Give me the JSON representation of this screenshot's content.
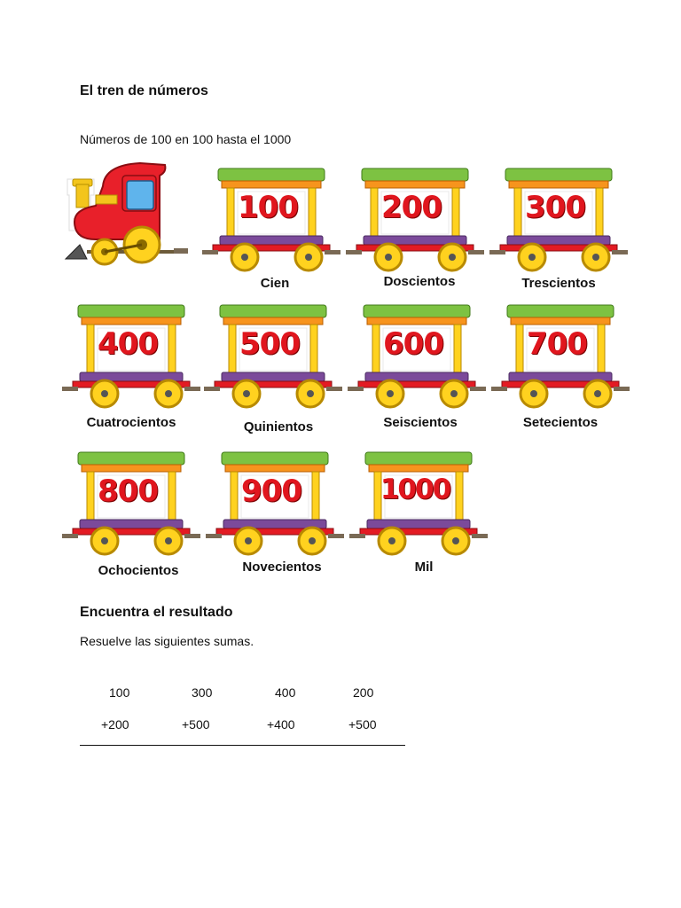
{
  "header": {
    "title": "El tren de números",
    "subtitle": "Números de 100 en 100 hasta el 1000"
  },
  "wagons": [
    {
      "number": "100",
      "word": "Cien"
    },
    {
      "number": "200",
      "word": "Doscientos"
    },
    {
      "number": "300",
      "word": "Trescientos"
    },
    {
      "number": "400",
      "word": "Cuatrocientos"
    },
    {
      "number": "500",
      "word": "Quinientos"
    },
    {
      "number": "600",
      "word": "Seiscientos"
    },
    {
      "number": "700",
      "word": "Setecientos"
    },
    {
      "number": "800",
      "word": "Ochocientos"
    },
    {
      "number": "900",
      "word": "Novecientos"
    },
    {
      "number": "1000",
      "word": "Mil"
    }
  ],
  "exercise": {
    "title": "Encuentra el resultado",
    "instructions": "Resuelve las siguientes sumas.",
    "sums": [
      {
        "top": "100",
        "bottom": "+200"
      },
      {
        "top": "300",
        "bottom": "+500"
      },
      {
        "top": "400",
        "bottom": "+400"
      },
      {
        "top": "200",
        "bottom": "+500"
      }
    ]
  },
  "colors": {
    "roof_green": "#7dc242",
    "roof_orange": "#f7941d",
    "frame_yellow": "#ffd21f",
    "base_purple": "#7b4a9a",
    "base_red": "#e31b23",
    "number_red": "#e0161e",
    "locomotive_red": "#e8202a",
    "window_blue": "#5fb4ec"
  }
}
